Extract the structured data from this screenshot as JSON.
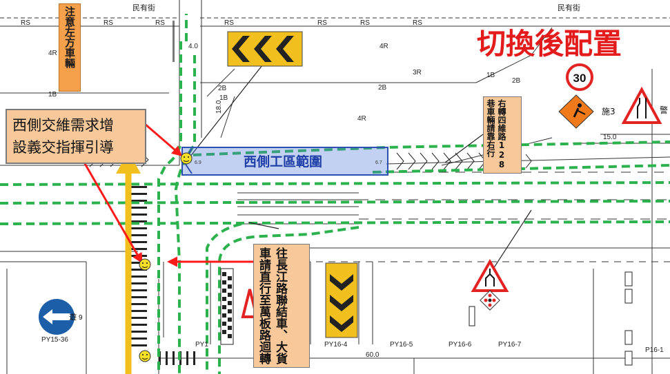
{
  "title": "切換後配置",
  "streets": {
    "top_left": "民有街",
    "top_right": "民有街"
  },
  "zone_label": "西側工區範圍",
  "callouts": {
    "left_vertical": "注意左方車輛",
    "west_need": [
      "西側交維需求增",
      "設義交指揮引導"
    ],
    "right_turn": "右轉四維路128巷車輛請靠右行",
    "trucks": "往長江路聯結車、大貨車請直行至萬板路迴轉"
  },
  "signs": {
    "speed_limit": "30",
    "work_sign_label": "施3",
    "warning_cut": "警"
  },
  "lane_marks": [
    "RS",
    "RS",
    "RS",
    "RS",
    "RS",
    "RS",
    "RS",
    "4R",
    "4R",
    "3R",
    "2B",
    "2B",
    "1B",
    "1B",
    "1B",
    "2B",
    "4R",
    "4.0",
    "18.0",
    "15.0",
    "60.0",
    "6.9",
    "6.7"
  ],
  "pole_labels": [
    "PY15-36",
    "PY16-4",
    "PY16-5",
    "PY16-6",
    "PY16-7",
    "P16-1",
    "PY1",
    "遊",
    "9"
  ],
  "colors": {
    "green": "#2bb24c",
    "red": "#ff1a1a",
    "yellow": "#f2c01e",
    "orange_box": "#f7c89a",
    "zone_blue": "#4f7ad8"
  }
}
